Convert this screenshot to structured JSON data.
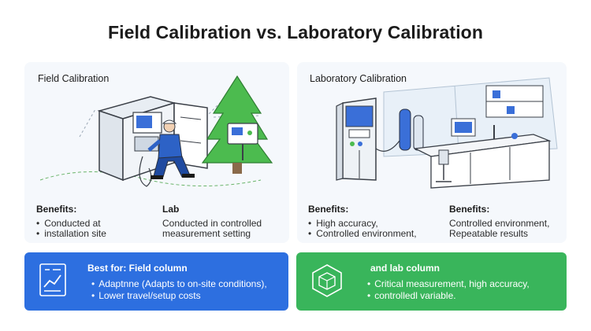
{
  "title": "Field Calibration vs. Laboratory Calibration",
  "field": {
    "heading": "Field Calibration",
    "col1_heading": "Benefits:",
    "col1_items": [
      "Conducted at",
      "installation site"
    ],
    "col2_heading": "Lab",
    "col2_lines": [
      "Conducted in controlled",
      "measurement setting"
    ]
  },
  "lab": {
    "heading": "Laboratory Calibration",
    "col1_heading": "Benefits:",
    "col1_items": [
      "High accuracy,",
      "Controlled environment,"
    ],
    "col2_heading": "Benefits:",
    "col2_lines": [
      "Controlled environment,",
      "Repeatable results"
    ]
  },
  "best_field": {
    "title": "Best for: Field column",
    "items": [
      "Adaptnne (Adapts to on-site conditions),",
      "Lower travel/setup costs"
    ],
    "icon": "chart-document-icon",
    "color": "#2d6fe0"
  },
  "best_lab": {
    "title": "and lab column",
    "items": [
      "Critical measurement, high accuracy,",
      "controlledl variable."
    ],
    "icon": "cube-icon",
    "color": "#39b55b"
  },
  "colors": {
    "field_panel": "#f5f8fc",
    "tree": "#4cbb4f",
    "accent_blue": "#3a6fd8"
  }
}
